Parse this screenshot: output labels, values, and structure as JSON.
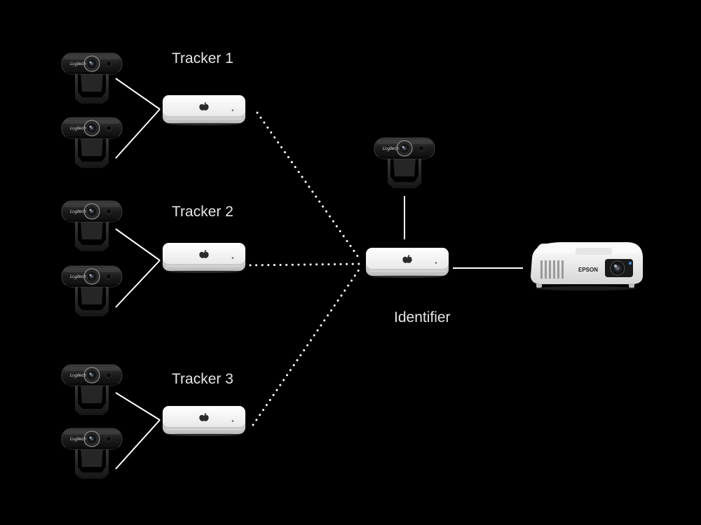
{
  "background": "#000000",
  "line_color": "#ffffff",
  "trackers": [
    {
      "label": "Tracker 1",
      "cameras": [
        {
          "brand": "Logitech"
        },
        {
          "brand": "Logitech"
        }
      ]
    },
    {
      "label": "Tracker 2",
      "cameras": [
        {
          "brand": "Logitech"
        },
        {
          "brand": "Logitech"
        }
      ]
    },
    {
      "label": "Tracker 3",
      "cameras": [
        {
          "brand": "Logitech"
        },
        {
          "brand": "Logitech"
        }
      ]
    }
  ],
  "identifier": {
    "label": "Identifier",
    "camera": {
      "brand": "Logitech"
    }
  },
  "projector": {
    "brand": "EPSON"
  },
  "icons": {
    "computer": "mac-mini-icon",
    "camera": "webcam-icon",
    "projector": "projector-icon",
    "logo": "apple-logo-icon"
  }
}
